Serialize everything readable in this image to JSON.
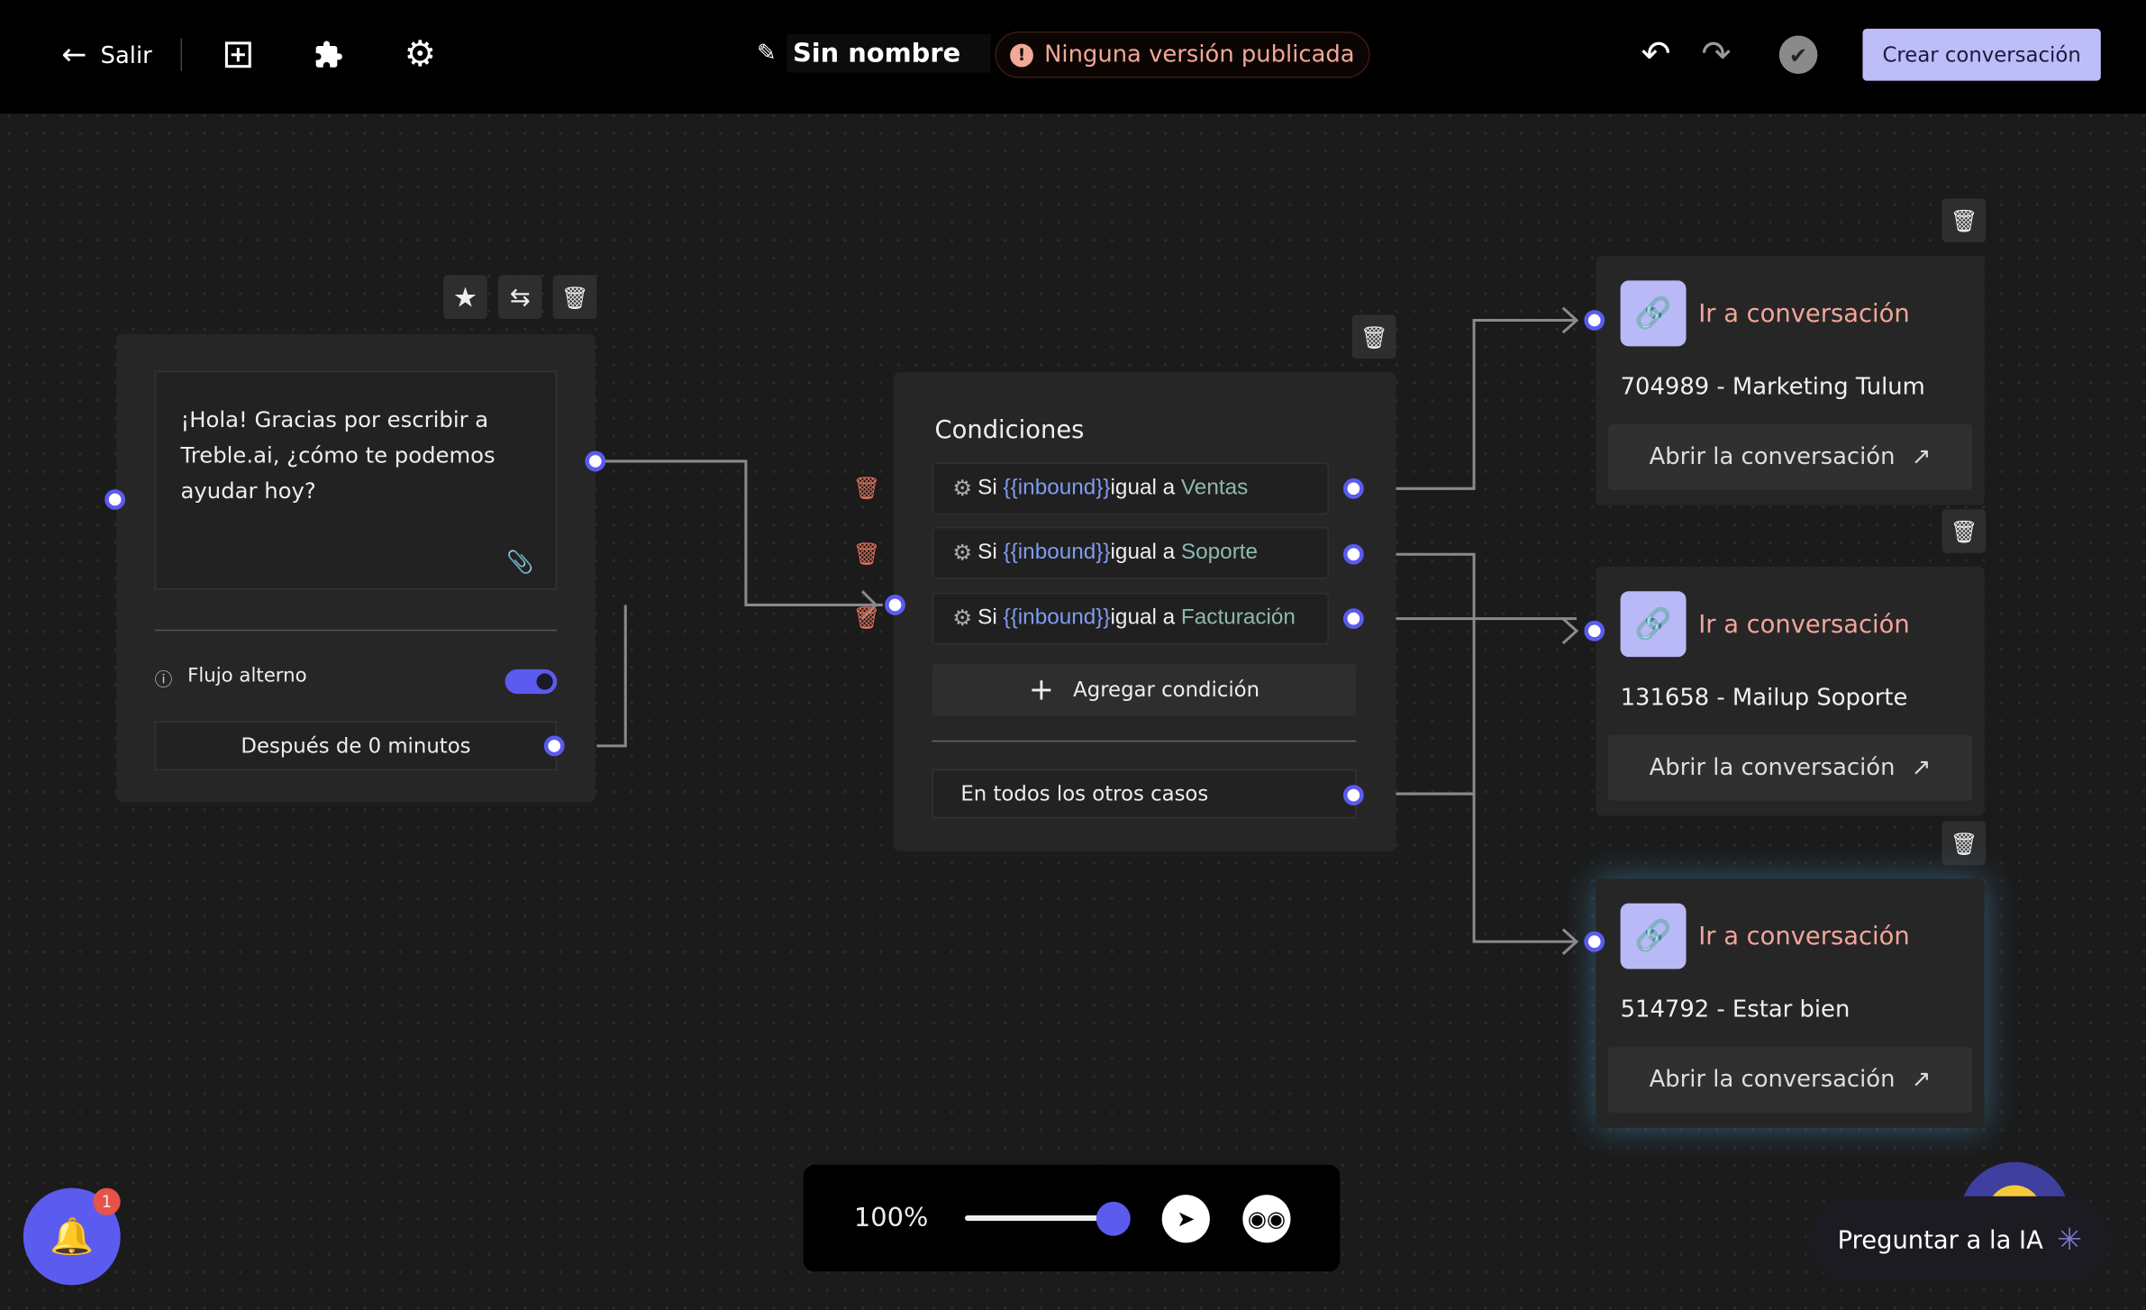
{
  "topbar": {
    "exit_label": "Salir",
    "flow_name": "Sin nombre",
    "status": "Ninguna versión publicada",
    "create_button": "Crear conversación",
    "accent": "#bdbdf9"
  },
  "message_node": {
    "text": "¡Hola! Gracias por escribir a Treble.ai, ¿cómo te podemos ayudar hoy?",
    "alt_flow_label": "Flujo alterno",
    "alt_flow_enabled": true,
    "delay_label": "Después de 0 minutos"
  },
  "conditions_node": {
    "title": "Condiciones",
    "conditions": [
      {
        "prefix": "Si",
        "variable": "{{inbound}}",
        "operator": "igual a",
        "value": "Ventas"
      },
      {
        "prefix": "Si",
        "variable": "{{inbound}}",
        "operator": "igual a",
        "value": "Soporte"
      },
      {
        "prefix": "Si",
        "variable": "{{inbound}}",
        "operator": "igual a",
        "value": "Facturación"
      }
    ],
    "add_label": "Agregar condición",
    "else_label": "En todos los otros casos"
  },
  "goto_nodes": [
    {
      "title": "Ir a conversación",
      "name": "704989 - Marketing Tulum",
      "button": "Abrir la conversación"
    },
    {
      "title": "Ir a conversación",
      "name": "131658 - Mailup Soporte",
      "button": "Abrir la conversación"
    },
    {
      "title": "Ir a conversación",
      "name": "514792 - Estar bien",
      "button": "Abrir la conversación"
    }
  ],
  "zoom_bar": {
    "zoom": "100%",
    "zoom_percent": 100
  },
  "notifications": {
    "count": "1"
  },
  "ask_ai": {
    "label": "Preguntar a la IA"
  }
}
